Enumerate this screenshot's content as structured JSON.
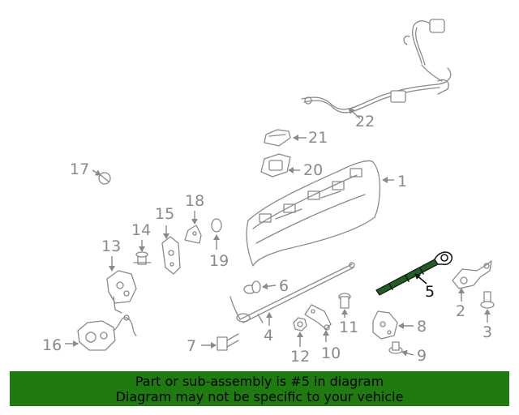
{
  "diagram": {
    "callouts": [
      "1",
      "2",
      "3",
      "4",
      "5",
      "6",
      "7",
      "8",
      "9",
      "10",
      "11",
      "12",
      "13",
      "14",
      "15",
      "16",
      "17",
      "18",
      "19",
      "20",
      "21",
      "22"
    ],
    "highlighted": "5",
    "highlight_color": "#111111",
    "part_color": "#8a8a8a"
  },
  "banner": {
    "line1": "Part or sub-assembly is #5 in diagram",
    "line2": "Diagram may not be specific to your vehicle",
    "background": "#1f7a10"
  }
}
